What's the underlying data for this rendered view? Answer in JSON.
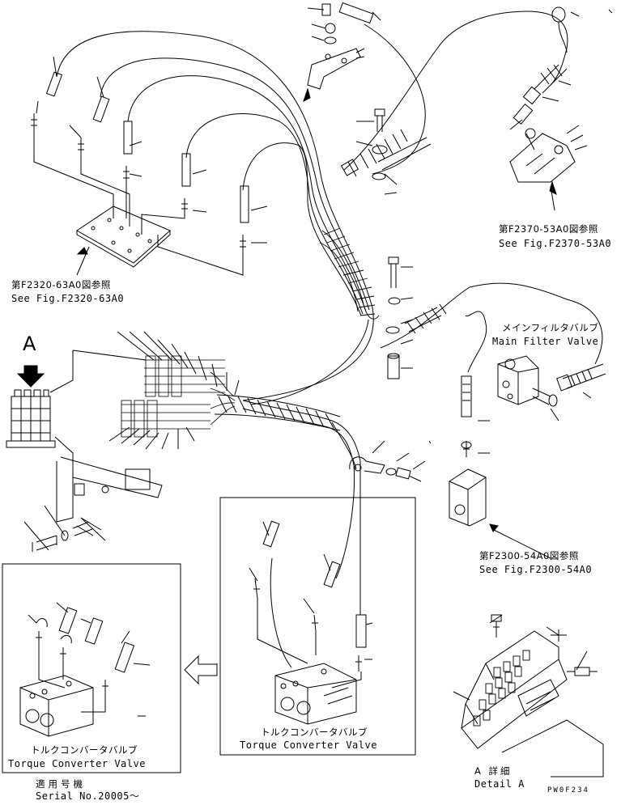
{
  "refs": {
    "f2370": {
      "jp": "第F2370-53A0図参照",
      "en": "See Fig.F2370-53A0"
    },
    "f2320": {
      "jp": "第F2320-63A0図参照",
      "en": "See Fig.F2320-63A0"
    },
    "f2300": {
      "jp": "第F2300-54A0図参照",
      "en": "See Fig.F2300-54A0"
    }
  },
  "main_filter_valve": {
    "jp": "メインフィルタバルブ",
    "en": "Main Filter Valve"
  },
  "torque_converter_valve": {
    "jp": "トルクコンバータバルブ",
    "en": "Torque Converter Valve"
  },
  "torque_converter_valve_inset": {
    "jp": "トルクコンバータバルブ",
    "en": "Torque Converter Valve"
  },
  "applicable_serial": {
    "jp": "適用号機",
    "en": "Serial No.20005～"
  },
  "detail": {
    "letter": "A",
    "jp": "A 詳細",
    "en": "Detail A"
  },
  "drawing_code": "PW0F234"
}
